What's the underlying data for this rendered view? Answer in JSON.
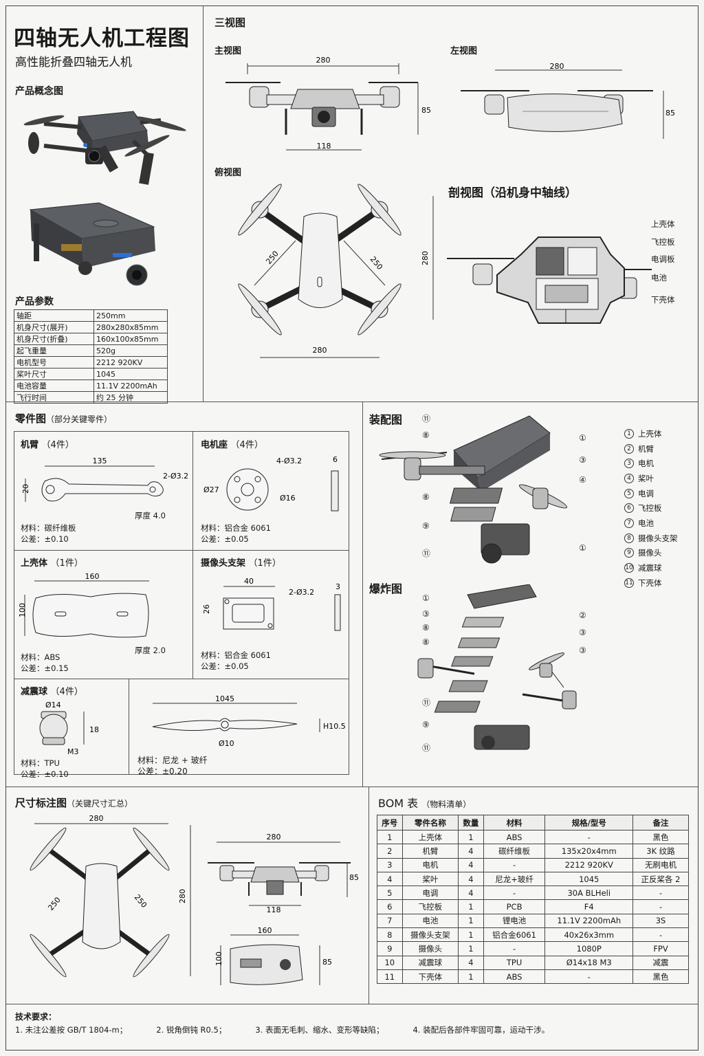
{
  "header": {
    "title": "四轴无人机工程图",
    "subtitle": "高性能折叠四轴无人机",
    "concept_label": "产品概念图",
    "params_label": "产品参数"
  },
  "params": [
    {
      "k": "轴距",
      "v": "250mm"
    },
    {
      "k": "机身尺寸(展开)",
      "v": "280x280x85mm"
    },
    {
      "k": "机身尺寸(折叠)",
      "v": "160x100x85mm"
    },
    {
      "k": "起飞重量",
      "v": "520g"
    },
    {
      "k": "电机型号",
      "v": "2212 920KV"
    },
    {
      "k": "桨叶尺寸",
      "v": "1045"
    },
    {
      "k": "电池容量",
      "v": "11.1V 2200mAh"
    },
    {
      "k": "飞行时间",
      "v": "约 25 分钟"
    }
  ],
  "views": {
    "three_view": "三视图",
    "front": "主视图",
    "left": "左视图",
    "top": "俯视图",
    "section": "剖视图（沿机身中轴线）",
    "front_w": "280",
    "front_h": "85",
    "front_base": "118",
    "left_w": "280",
    "left_h": "85",
    "top_w": "280",
    "top_h": "280",
    "top_diag1": "250",
    "top_diag2": "250",
    "section_callouts": [
      "上壳体",
      "飞控板",
      "电调板",
      "电池",
      "下壳体"
    ]
  },
  "parts": {
    "title": "零件图",
    "title_note": "（部分关键零件）",
    "arm": {
      "name": "机臂",
      "qty": "（4件）",
      "d1": "135",
      "d2": "2-Ø3.2",
      "d3": "20",
      "thick": "厚度 4.0",
      "mat": "材料：碳纤维板",
      "tol": "公差：±0.10"
    },
    "mount": {
      "name": "电机座",
      "qty": "（4件）",
      "d1": "4-Ø3.2",
      "d2": "Ø27",
      "d3": "Ø16",
      "d4": "6",
      "mat": "材料：铝合金 6061",
      "tol": "公差：±0.05"
    },
    "shell": {
      "name": "上壳体",
      "qty": "（1件）",
      "d1": "160",
      "d2": "100",
      "thick": "厚度 2.0",
      "mat": "材料：ABS",
      "tol": "公差：±0.15"
    },
    "cam": {
      "name": "摄像头支架",
      "qty": "（1件）",
      "d1": "40",
      "d2": "2-Ø3.2",
      "d3": "26",
      "d4": "3",
      "mat": "材料：铝合金 6061",
      "tol": "公差：±0.05"
    },
    "ball": {
      "name": "减震球",
      "qty": "（4件）",
      "d1": "Ø14",
      "d2": "18",
      "d3": "M3",
      "mat": "材料：TPU",
      "tol": "公差：±0.10"
    },
    "prop": {
      "d1": "1045",
      "d2": "H10.5",
      "d3": "Ø10",
      "mat": "材料：尼龙 + 玻纤",
      "tol": "公差：±0.20"
    }
  },
  "assembly": {
    "title": "装配图",
    "exploded": "爆炸图",
    "legend": [
      "上壳体",
      "机臂",
      "电机",
      "桨叶",
      "电调",
      "飞控板",
      "电池",
      "摄像头支架",
      "摄像头",
      "减震球",
      "下壳体"
    ],
    "legend_nums": [
      "①",
      "②",
      "③",
      "④",
      "⑤",
      "⑥",
      "⑦",
      "⑧",
      "⑨",
      "⑩",
      "⑪"
    ],
    "assy_left": [
      "⑪",
      "⑧",
      "⑧",
      "⑨",
      "⑪"
    ],
    "assy_right": [
      "①",
      "③",
      "④",
      "①"
    ],
    "expl_left": [
      "①",
      "③",
      "⑧",
      "⑧",
      "⑪",
      "⑨",
      "⑪"
    ],
    "expl_right": [
      "②",
      "③",
      "③"
    ]
  },
  "dims": {
    "title": "尺寸标注图",
    "note": "（关键尺寸汇总）",
    "top_w": "280",
    "top_h": "280",
    "diag1": "250",
    "diag2": "250",
    "front_w": "280",
    "front_h": "85",
    "front_base": "118",
    "side_w": "160",
    "side_h": "100",
    "side_h2": "85"
  },
  "bom": {
    "title": "BOM 表",
    "note": "（物料清单）",
    "headers": [
      "序号",
      "零件名称",
      "数量",
      "材料",
      "规格/型号",
      "备注"
    ],
    "rows": [
      [
        "1",
        "上壳体",
        "1",
        "ABS",
        "-",
        "黑色"
      ],
      [
        "2",
        "机臂",
        "4",
        "碳纤维板",
        "135x20x4mm",
        "3K 纹路"
      ],
      [
        "3",
        "电机",
        "4",
        "-",
        "2212 920KV",
        "无刷电机"
      ],
      [
        "4",
        "桨叶",
        "4",
        "尼龙+玻纤",
        "1045",
        "正反桨各 2"
      ],
      [
        "5",
        "电调",
        "4",
        "-",
        "30A BLHeli",
        "-"
      ],
      [
        "6",
        "飞控板",
        "1",
        "PCB",
        "F4",
        "-"
      ],
      [
        "7",
        "电池",
        "1",
        "锂电池",
        "11.1V 2200mAh",
        "3S"
      ],
      [
        "8",
        "摄像头支架",
        "1",
        "铝合金6061",
        "40x26x3mm",
        "-"
      ],
      [
        "9",
        "摄像头",
        "1",
        "-",
        "1080P",
        "FPV"
      ],
      [
        "10",
        "减震球",
        "4",
        "TPU",
        "Ø14x18 M3",
        "减震"
      ],
      [
        "11",
        "下壳体",
        "1",
        "ABS",
        "-",
        "黑色"
      ]
    ]
  },
  "requirements": {
    "title": "技术要求：",
    "items": [
      "1.  未注公差按 GB/T 1804-m；",
      "2.  锐角倒钝 R0.5；",
      "3.  表面无毛刺、缩水、变形等缺陷；",
      "4.  装配后各部件牢固可靠，运动干涉。"
    ]
  }
}
